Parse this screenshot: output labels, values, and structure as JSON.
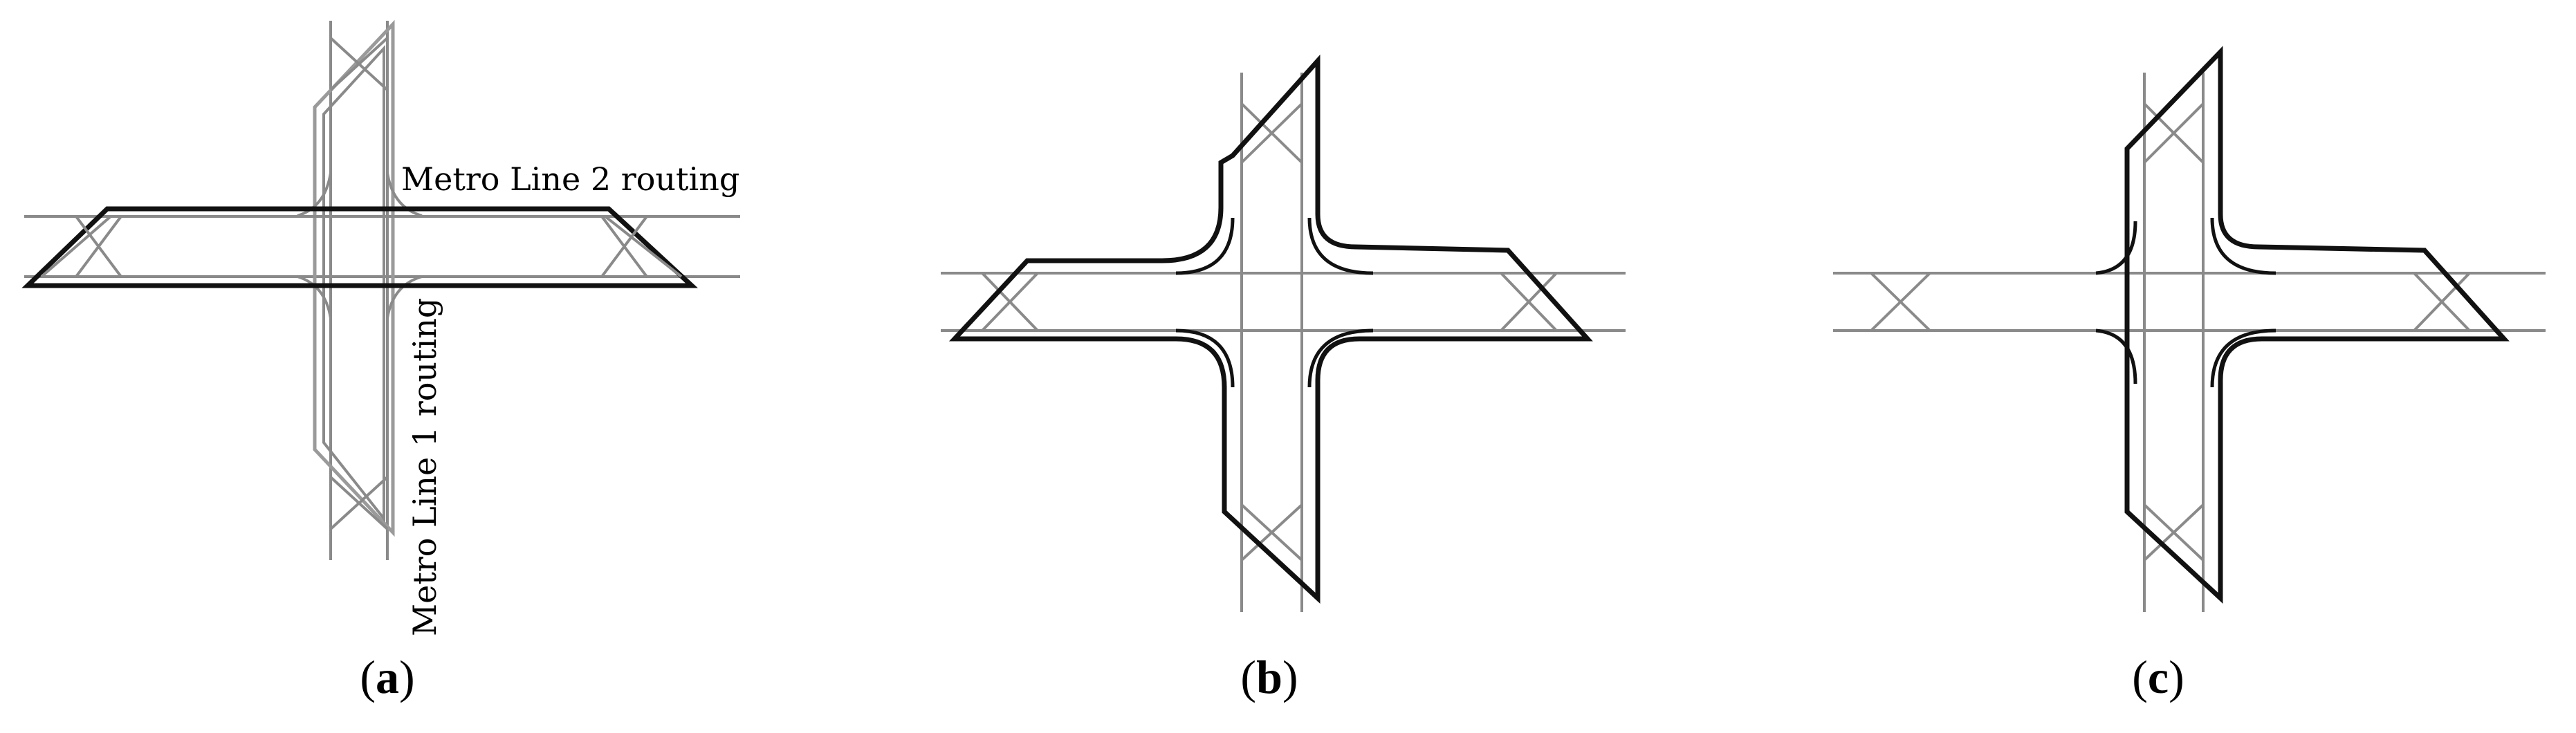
{
  "panels": [
    {
      "id": "a",
      "caption_letter": "a",
      "labels": {
        "line2": "Metro Line 2 routing",
        "line1": "Metro Line 1 routing"
      }
    },
    {
      "id": "b",
      "caption_letter": "b"
    },
    {
      "id": "c",
      "caption_letter": "c"
    }
  ],
  "colors": {
    "outline": "#111111",
    "guide": "#8a8a8a",
    "background": "#ffffff"
  }
}
